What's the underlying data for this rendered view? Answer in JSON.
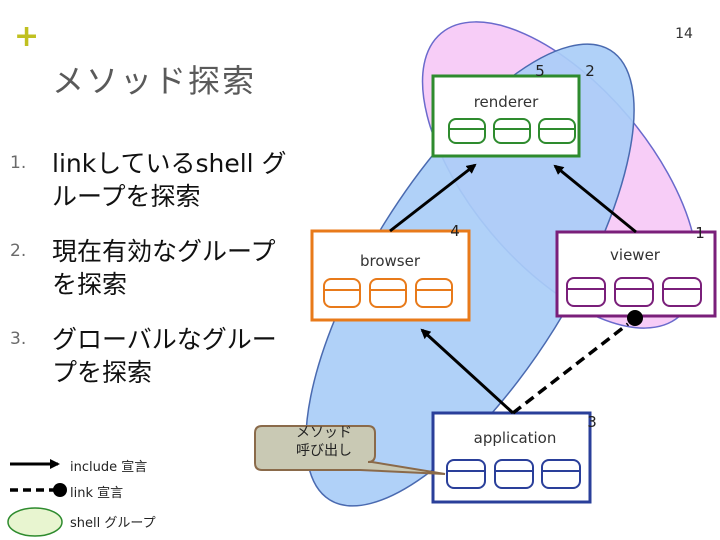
{
  "slide_number": "14",
  "title": "メソッド探索",
  "list_items": [
    {
      "num": "1.",
      "text": "linkしているshell グループを探索"
    },
    {
      "num": "2.",
      "text": "現在有効なグループを探索"
    },
    {
      "num": "3.",
      "text": "グローバルなグループを探索"
    }
  ],
  "nodes": {
    "renderer": "renderer",
    "browser": "browser",
    "viewer": "viewer",
    "application": "application"
  },
  "badges": {
    "b5": "5",
    "b2": "2",
    "b4": "4",
    "b1": "1",
    "b3": "3"
  },
  "callout": "メソッド\n呼び出し",
  "legend": {
    "include": "include 宣言",
    "link": "link 宣言",
    "shell": "shell グループ"
  },
  "colors": {
    "pink_group": "#f7cdf7",
    "blue_group": "#a9cdf7",
    "renderer_border": "#2e8b2e",
    "browser_border": "#e87a1a",
    "viewer_border": "#7a1f7a",
    "application_border": "#2a3f9a"
  }
}
